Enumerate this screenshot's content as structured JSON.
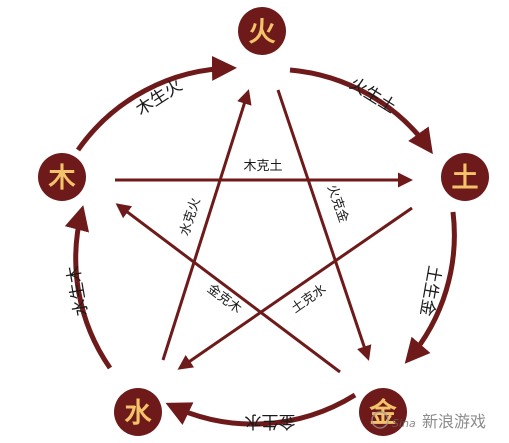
{
  "elements": {
    "fire": "火",
    "earth": "土",
    "metal": "金",
    "water": "水",
    "wood": "木"
  },
  "generating": {
    "wood_fire": "木生火",
    "fire_earth": "火生土",
    "earth_metal": "土生金",
    "metal_water": "金生水",
    "water_wood": "水生木"
  },
  "overcoming": {
    "wood_earth": "木克土",
    "fire_metal": "火克金",
    "earth_water": "土克水",
    "metal_wood": "金克木",
    "water_fire": "水克火"
  },
  "watermark": {
    "logo": "Sina",
    "text": "新浪游戏"
  },
  "colors": {
    "primary": "#6e1a1a",
    "node_text": "#f2c36b",
    "label_text": "#1a1a1a"
  }
}
